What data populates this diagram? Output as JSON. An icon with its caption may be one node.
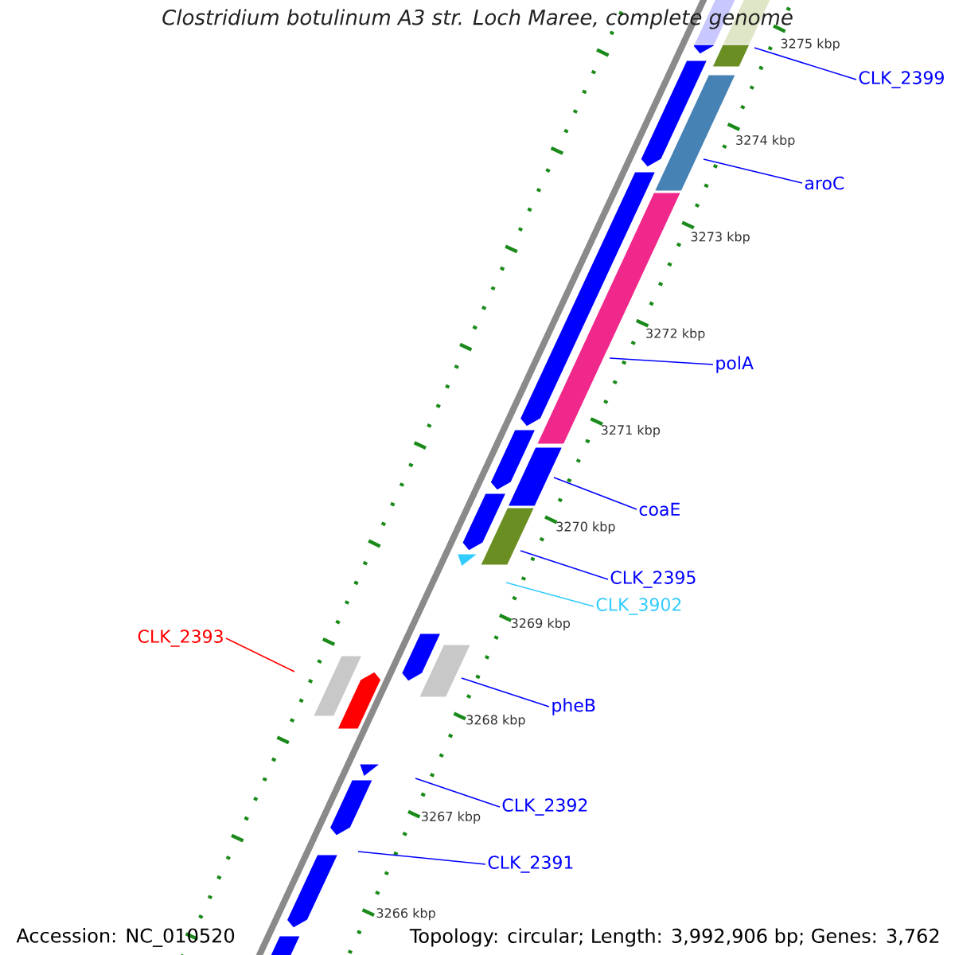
{
  "diagram": {
    "title": "Clostridium botulinum A3 str. Loch Maree, complete genome",
    "nodes": [
      {
        "text": [
          "CLK_2399"
        ]
      },
      {
        "text": [
          "aroC"
        ]
      },
      {
        "text": [
          "polA"
        ]
      },
      {
        "text": [
          "coaE"
        ]
      },
      {
        "text": [
          "CLK_2395"
        ]
      },
      {
        "text": [
          "CLK_3902"
        ]
      },
      {
        "text": [
          "CLK_2393"
        ]
      },
      {
        "text": [
          "pheB"
        ]
      },
      {
        "text": [
          "CLK_2392"
        ]
      },
      {
        "text": [
          "CLK_2391"
        ]
      }
    ],
    "edges": [
      {
        "from": 0,
        "to": null,
        "arrow": "none"
      },
      {
        "from": 1,
        "to": null,
        "arrow": "none"
      },
      {
        "from": 2,
        "to": null,
        "arrow": "none"
      },
      {
        "from": 3,
        "to": null,
        "arrow": "none"
      },
      {
        "from": 4,
        "to": null,
        "arrow": "none"
      },
      {
        "from": 5,
        "to": null,
        "arrow": "none",
        "color": "#33ccff"
      },
      {
        "from": 6,
        "to": null,
        "arrow": "none",
        "color": "#ff0000"
      },
      {
        "from": 7,
        "to": null,
        "arrow": "none"
      },
      {
        "from": 8,
        "to": null,
        "arrow": "none"
      },
      {
        "from": 9,
        "to": null,
        "arrow": "none"
      }
    ],
    "labels": [
      "3275 kbp",
      "3274 kbp",
      "3273 kbp",
      "3272 kbp",
      "3271 kbp",
      "3270 kbp",
      "3269 kbp",
      "3268 kbp",
      "3267 kbp",
      "3266 kbp",
      "Accession: NC_010520",
      "Topology: circular; Length: 3,992,906 bp; Genes: 3,762"
    ]
  }
}
